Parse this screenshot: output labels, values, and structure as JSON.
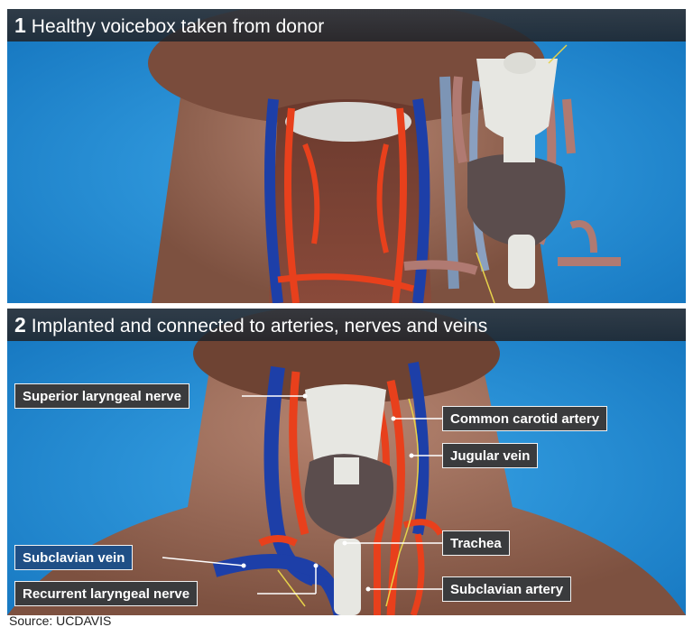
{
  "header_fragment": "...",
  "panels": [
    {
      "number": "1",
      "title": "Healthy voicebox taken from donor"
    },
    {
      "number": "2",
      "title": "Implanted and connected to arteries, nerves and veins"
    }
  ],
  "labels": {
    "superior_laryngeal_nerve": "Superior laryngeal nerve",
    "common_carotid_artery": "Common carotid artery",
    "jugular_vein": "Jugular vein",
    "trachea": "Trachea",
    "subclavian_vein": "Subclavian vein",
    "recurrent_laryngeal_nerve": "Recurrent laryngeal nerve",
    "subclavian_artery": "Subclavian artery"
  },
  "source": "Source: UCDAVIS",
  "colors": {
    "background_blue": "#1e8fd6",
    "skin": "#a06f58",
    "artery": "#e8401c",
    "vein": "#1d3fa8",
    "nerve": "#e6d24a",
    "cartilage": "#e7e7e2",
    "thyroid": "#5b4d4d",
    "label_dark": "#3a3b3d",
    "label_blue": "#1f4f86"
  }
}
